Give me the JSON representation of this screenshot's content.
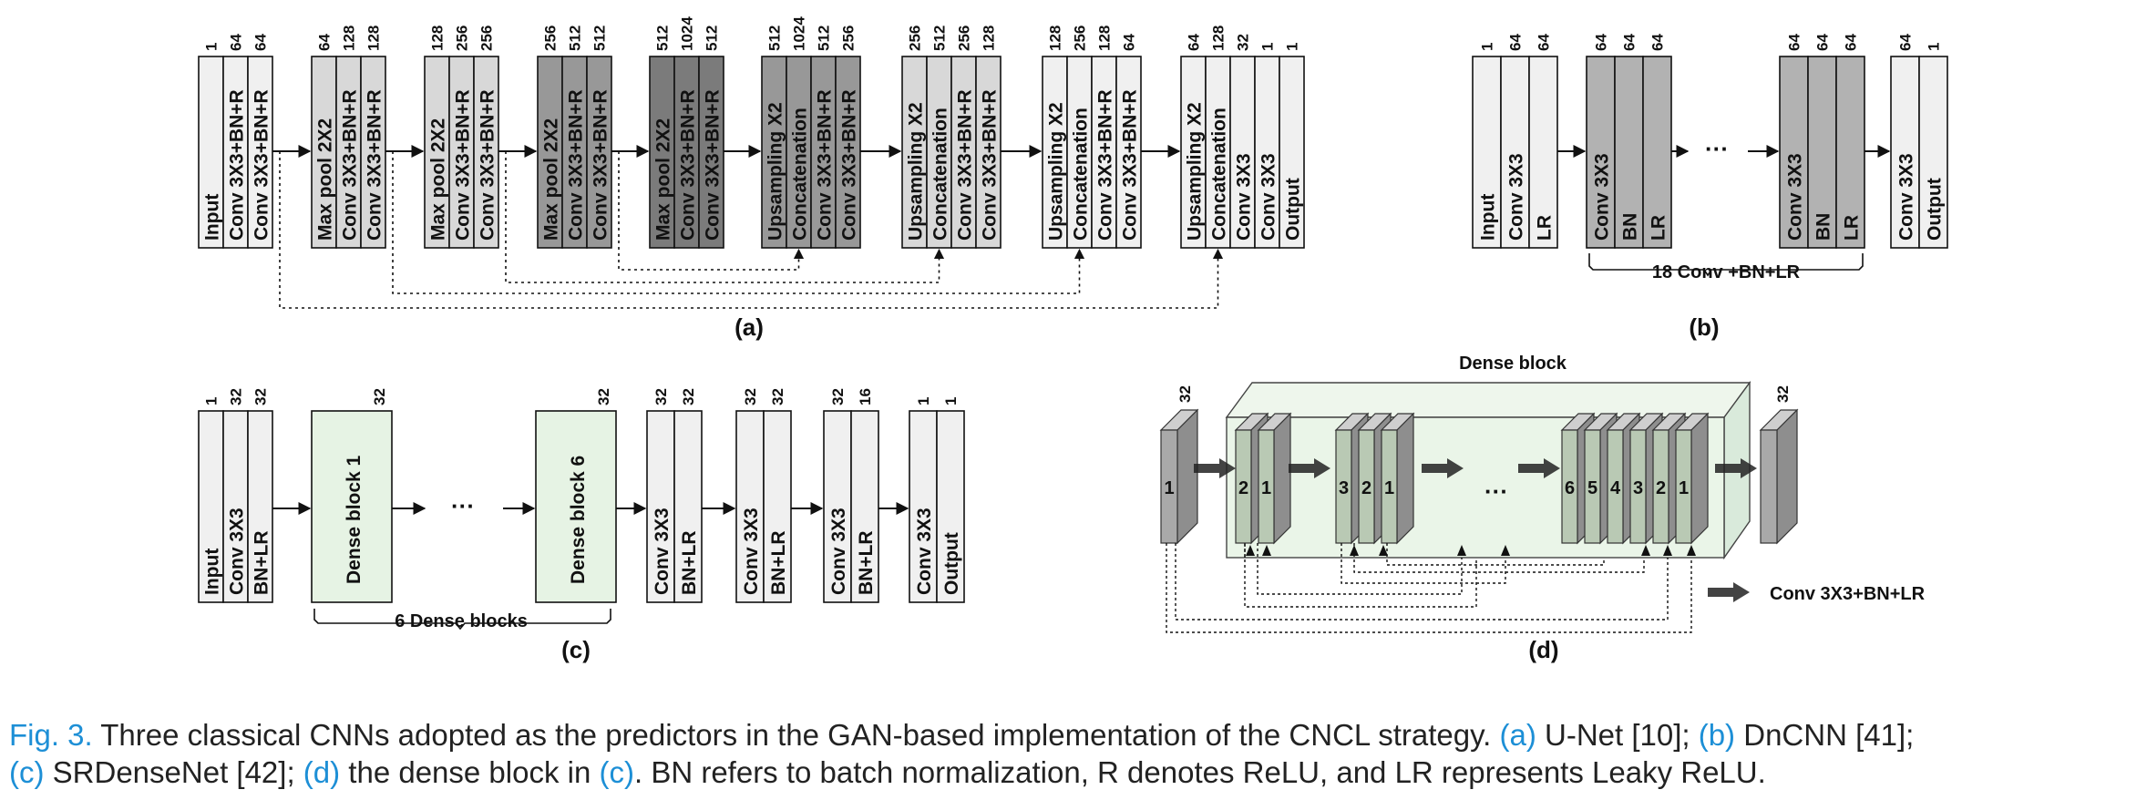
{
  "colors": {
    "light": "#f0f0f0",
    "mid": "#d8d8d8",
    "dark": "#b2b2b2",
    "darker": "#989898",
    "darkest": "#7b7b7b",
    "dense_green": "#e6f3e4",
    "caption_link": "#1d8fd6"
  },
  "panel_a": {
    "label": "(a)",
    "groups": [
      {
        "layers": [
          "Input",
          "Conv 3X3+BN+R",
          "Conv 3X3+BN+R"
        ],
        "channels": [
          "1",
          "64",
          "64"
        ]
      },
      {
        "layers": [
          "Max pool 2X2",
          "Conv 3X3+BN+R",
          "Conv 3X3+BN+R"
        ],
        "channels": [
          "64",
          "128",
          "128"
        ]
      },
      {
        "layers": [
          "Max pool 2X2",
          "Conv 3X3+BN+R",
          "Conv 3X3+BN+R"
        ],
        "channels": [
          "128",
          "256",
          "256"
        ]
      },
      {
        "layers": [
          "Max pool 2X2",
          "Conv 3X3+BN+R",
          "Conv 3X3+BN+R"
        ],
        "channels": [
          "256",
          "512",
          "512"
        ]
      },
      {
        "layers": [
          "Max pool 2X2",
          "Conv 3X3+BN+R",
          "Conv 3X3+BN+R"
        ],
        "channels": [
          "512",
          "1024",
          "512"
        ]
      },
      {
        "layers": [
          "Upsampling X2",
          "Concatenation",
          "Conv 3X3+BN+R",
          "Conv 3X3+BN+R"
        ],
        "channels": [
          "512",
          "1024",
          "512",
          "256"
        ]
      },
      {
        "layers": [
          "Upsampling X2",
          "Concatenation",
          "Conv 3X3+BN+R",
          "Conv 3X3+BN+R"
        ],
        "channels": [
          "256",
          "512",
          "256",
          "128"
        ]
      },
      {
        "layers": [
          "Upsampling X2",
          "Concatenation",
          "Conv 3X3+BN+R",
          "Conv 3X3+BN+R"
        ],
        "channels": [
          "128",
          "256",
          "128",
          "64"
        ]
      },
      {
        "layers": [
          "Upsampling X2",
          "Concatenation",
          "Conv 3X3",
          "Conv 3X3",
          "Output"
        ],
        "channels": [
          "64",
          "128",
          "32",
          "1",
          "1"
        ]
      }
    ]
  },
  "panel_b": {
    "label": "(b)",
    "groups": [
      {
        "layers": [
          "Input",
          "Conv 3X3",
          "LR"
        ],
        "channels": [
          "1",
          "64",
          "64"
        ]
      },
      {
        "layers": [
          "Conv 3X3",
          "BN",
          "LR"
        ],
        "channels": [
          "64",
          "64",
          "64"
        ]
      },
      {
        "layers": [
          "Conv 3X3",
          "BN",
          "LR"
        ],
        "channels": [
          "64",
          "64",
          "64"
        ]
      },
      {
        "layers": [
          "Conv 3X3",
          "Output"
        ],
        "channels": [
          "64",
          "1"
        ]
      }
    ],
    "ellipsis": "···",
    "brace_label": "18 Conv +BN+LR"
  },
  "panel_c": {
    "label": "(c)",
    "groups": [
      {
        "layers": [
          "Input",
          "Conv 3X3",
          "BN+LR"
        ],
        "channels": [
          "1",
          "32",
          "32"
        ]
      },
      {
        "layers": [
          "Dense block 1"
        ],
        "channels": [
          "32"
        ]
      },
      {
        "layers": [
          "Dense block 6"
        ],
        "channels": [
          "32"
        ]
      },
      {
        "layers": [
          "Conv 3X3",
          "BN+LR"
        ],
        "channels": [
          "32",
          "32"
        ]
      },
      {
        "layers": [
          "Conv 3X3",
          "BN+LR"
        ],
        "channels": [
          "32",
          "32"
        ]
      },
      {
        "layers": [
          "Conv 3X3",
          "BN+LR"
        ],
        "channels": [
          "32",
          "16"
        ]
      },
      {
        "layers": [
          "Conv 3X3",
          "Output"
        ],
        "channels": [
          "1",
          "1"
        ]
      }
    ],
    "ellipsis": "···",
    "brace_label": "6 Dense blocks"
  },
  "panel_d": {
    "label": "(d)",
    "title": "Dense block",
    "input_channels": "32",
    "output_channels": "32",
    "input_label": "1",
    "group1": [
      "2",
      "1"
    ],
    "group2": [
      "3",
      "2",
      "1"
    ],
    "group3": [
      "6",
      "5",
      "4",
      "3",
      "2",
      "1"
    ],
    "ellipsis": "···",
    "legend": "Conv 3X3+BN+LR"
  },
  "caption": {
    "fig": "Fig. 3.",
    "t1": " Three classical CNNs adopted as the predictors in the GAN-based implementation of the CNCL strategy. ",
    "ra": "(a)",
    "t2": " U-Net [10]; ",
    "rb": "(b)",
    "t3": " DnCNN [41];",
    "rc": "(c)",
    "t4": " SRDenseNet [42]; ",
    "rd": "(d)",
    "t5": " the dense block in ",
    "rc2": "(c)",
    "t6": ". BN refers to batch normalization, R denotes ReLU, and LR represents Leaky ReLU."
  }
}
